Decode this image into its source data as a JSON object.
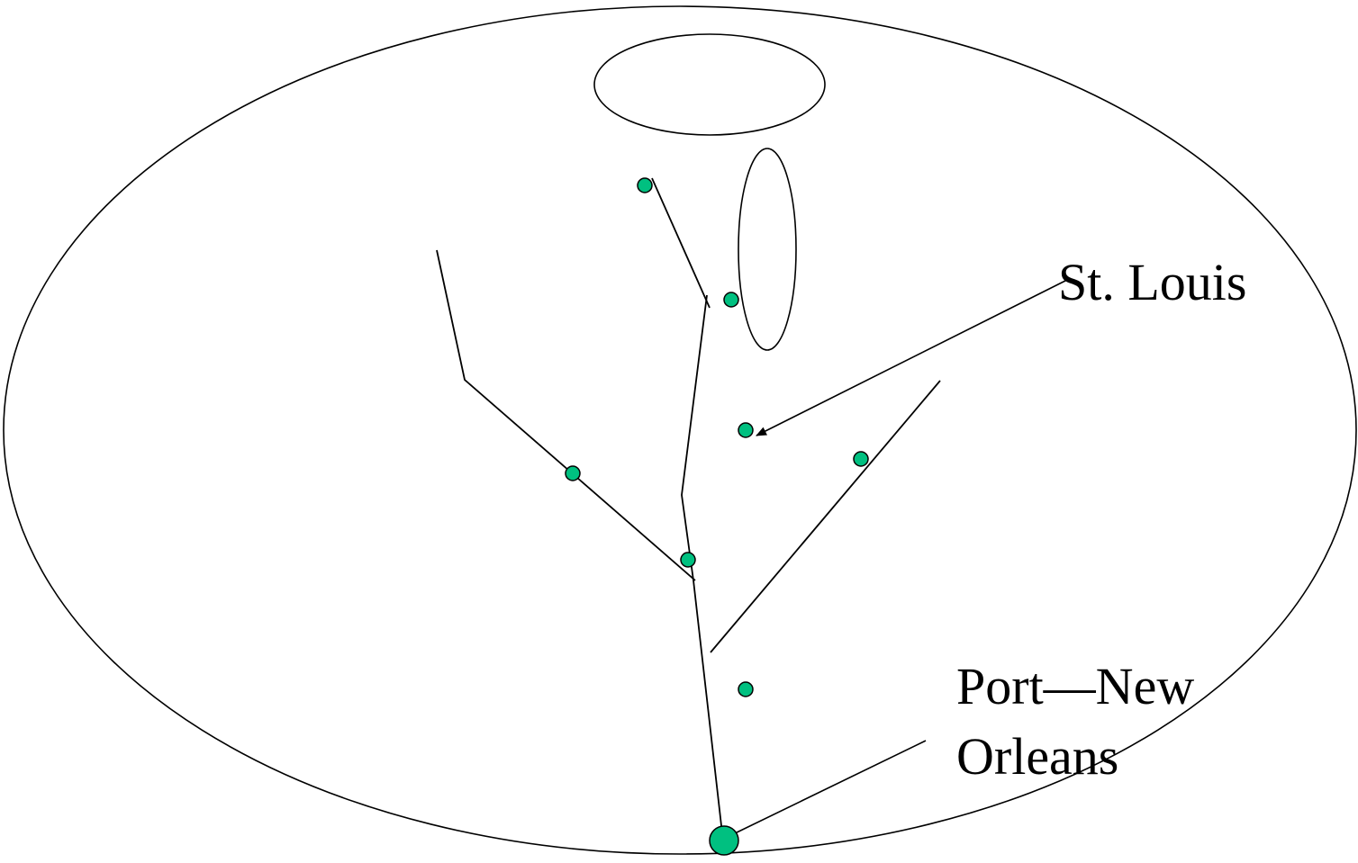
{
  "labels": {
    "st_louis": "St. Louis",
    "port_line1": "Port—New",
    "port_line2": "Orleans"
  },
  "colors": {
    "city_fill": "#00c080",
    "line": "#000000",
    "background": "#ffffff"
  }
}
